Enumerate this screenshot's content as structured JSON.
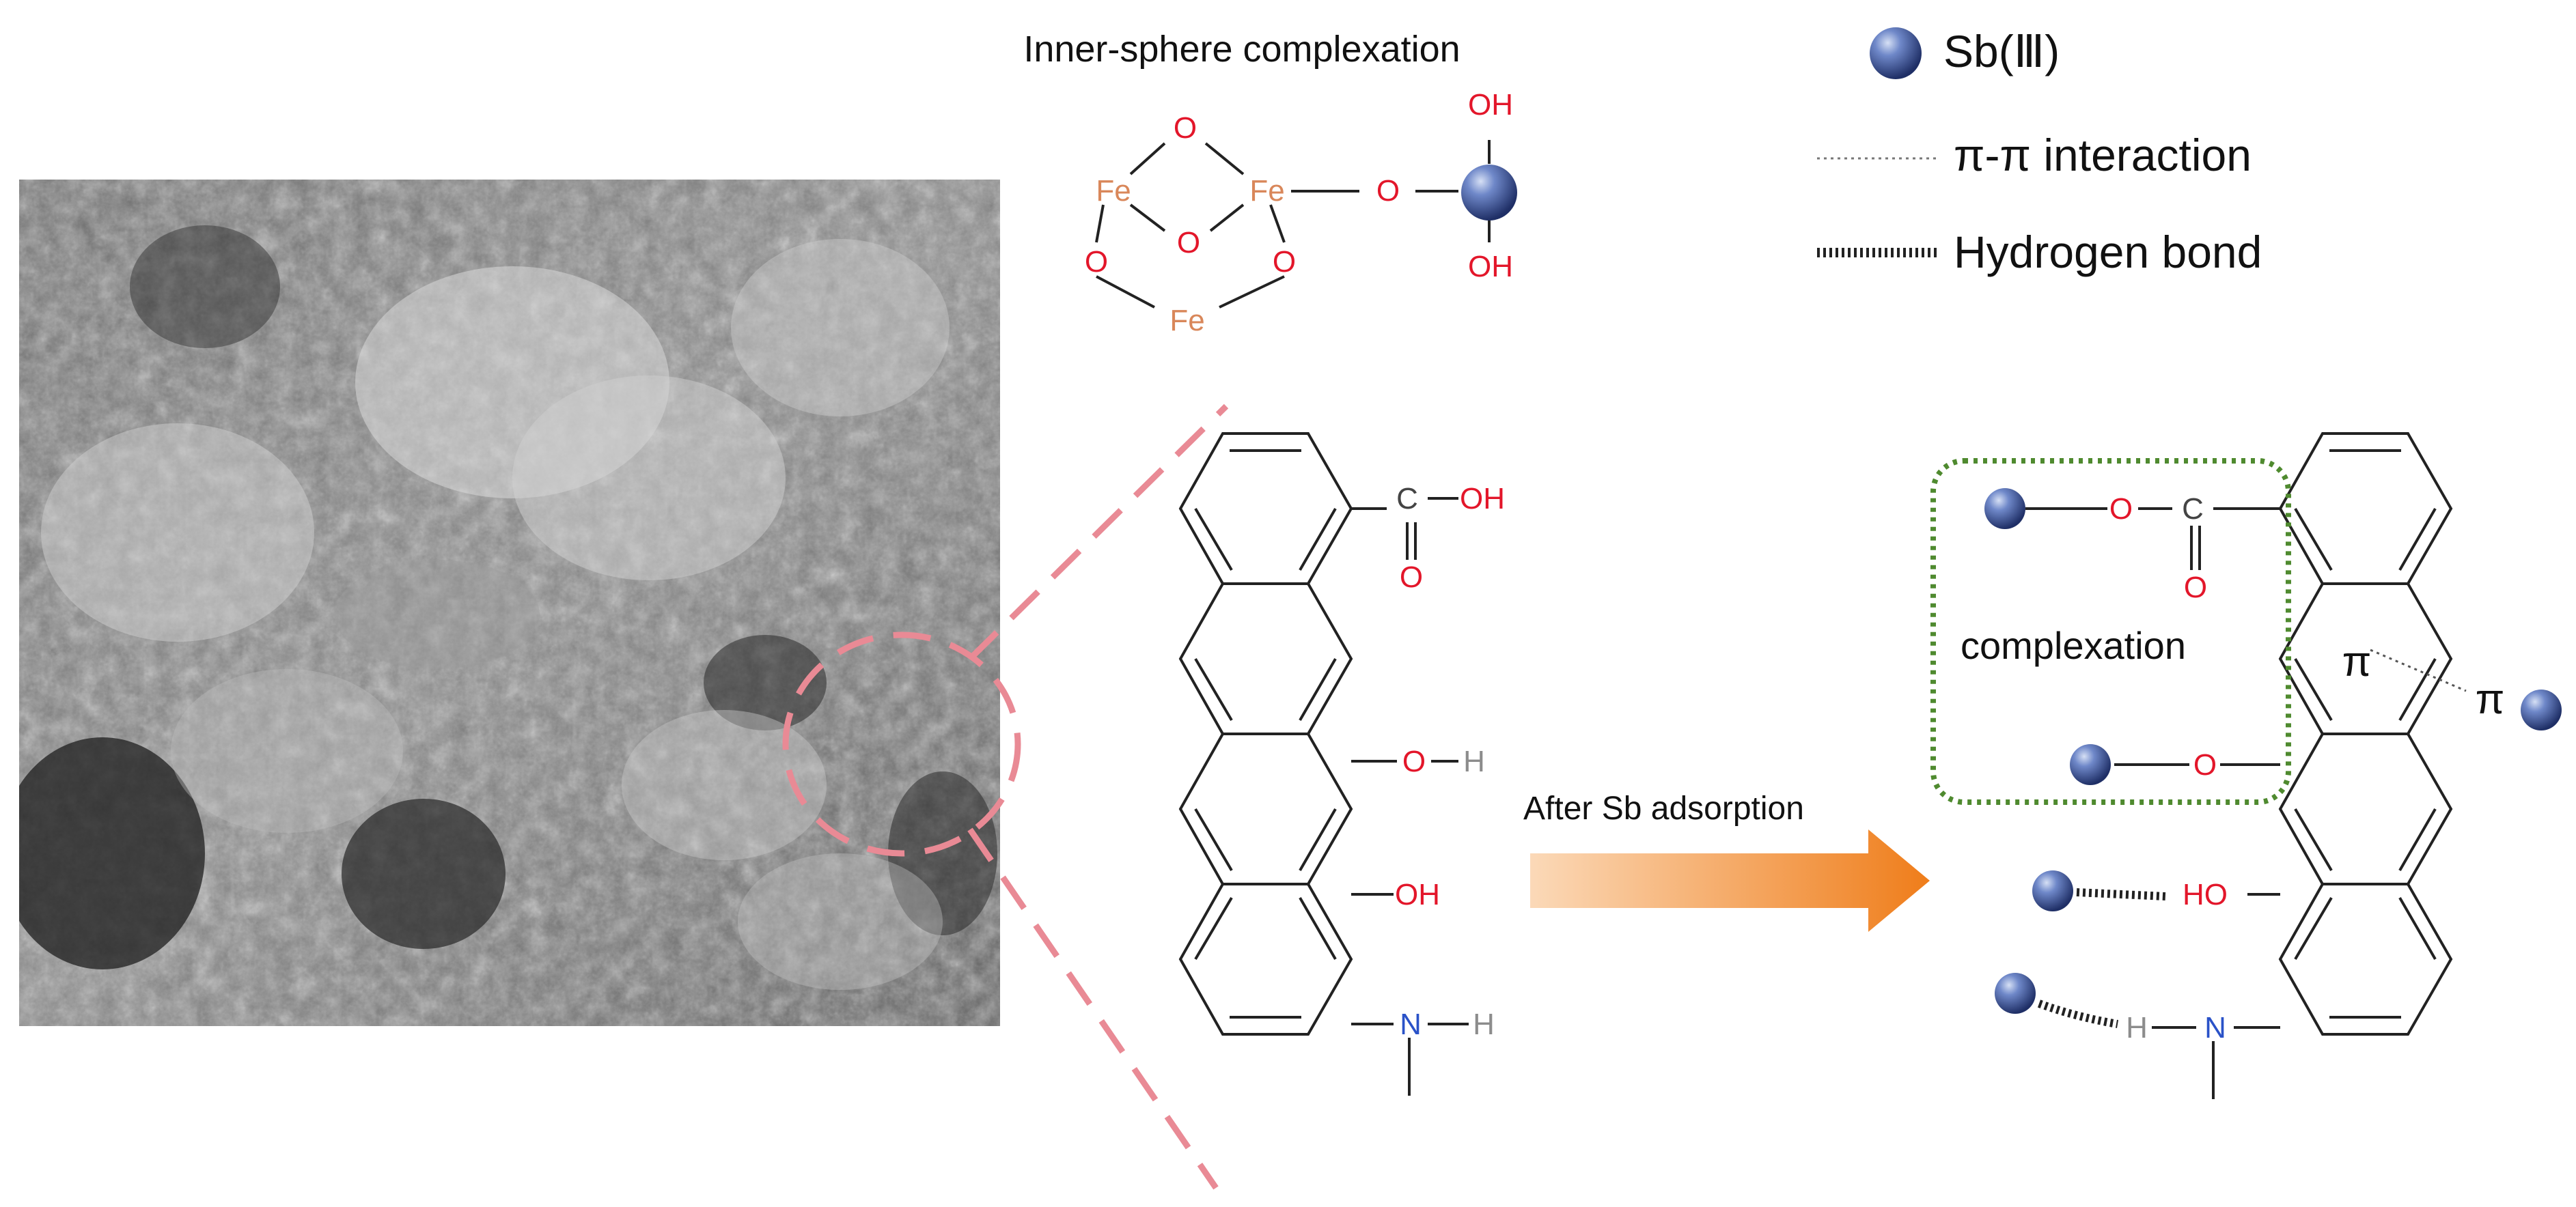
{
  "inner_sphere": {
    "title": "Inner-sphere complexation",
    "fe_label": "Fe",
    "o_label": "O",
    "oh_label": "OH"
  },
  "legend": {
    "sb_label": "Sb(Ⅲ)",
    "pi_label": "π-π interaction",
    "hbond_label": "Hydrogen bond"
  },
  "molecule_left": {
    "c_label": "C",
    "o_label": "O",
    "oh_label": "OH",
    "h_label": "H",
    "n_label": "N"
  },
  "arrow": {
    "label": "After Sb adsorption"
  },
  "molecule_right": {
    "complexation_label": "complexation",
    "c_label": "C",
    "o_label": "O",
    "ho_label": "HO",
    "h_label": "H",
    "n_label": "N",
    "pi_label": "π"
  },
  "colors": {
    "fe": "#d9875a",
    "oxygen": "#e3162a",
    "nitrogen": "#2a52c8",
    "sb_sphere": "#4a64a8",
    "arrow": "#f08a2a",
    "zoom_dash": "#e98a95",
    "complexation_box": "#4f8a2f"
  }
}
